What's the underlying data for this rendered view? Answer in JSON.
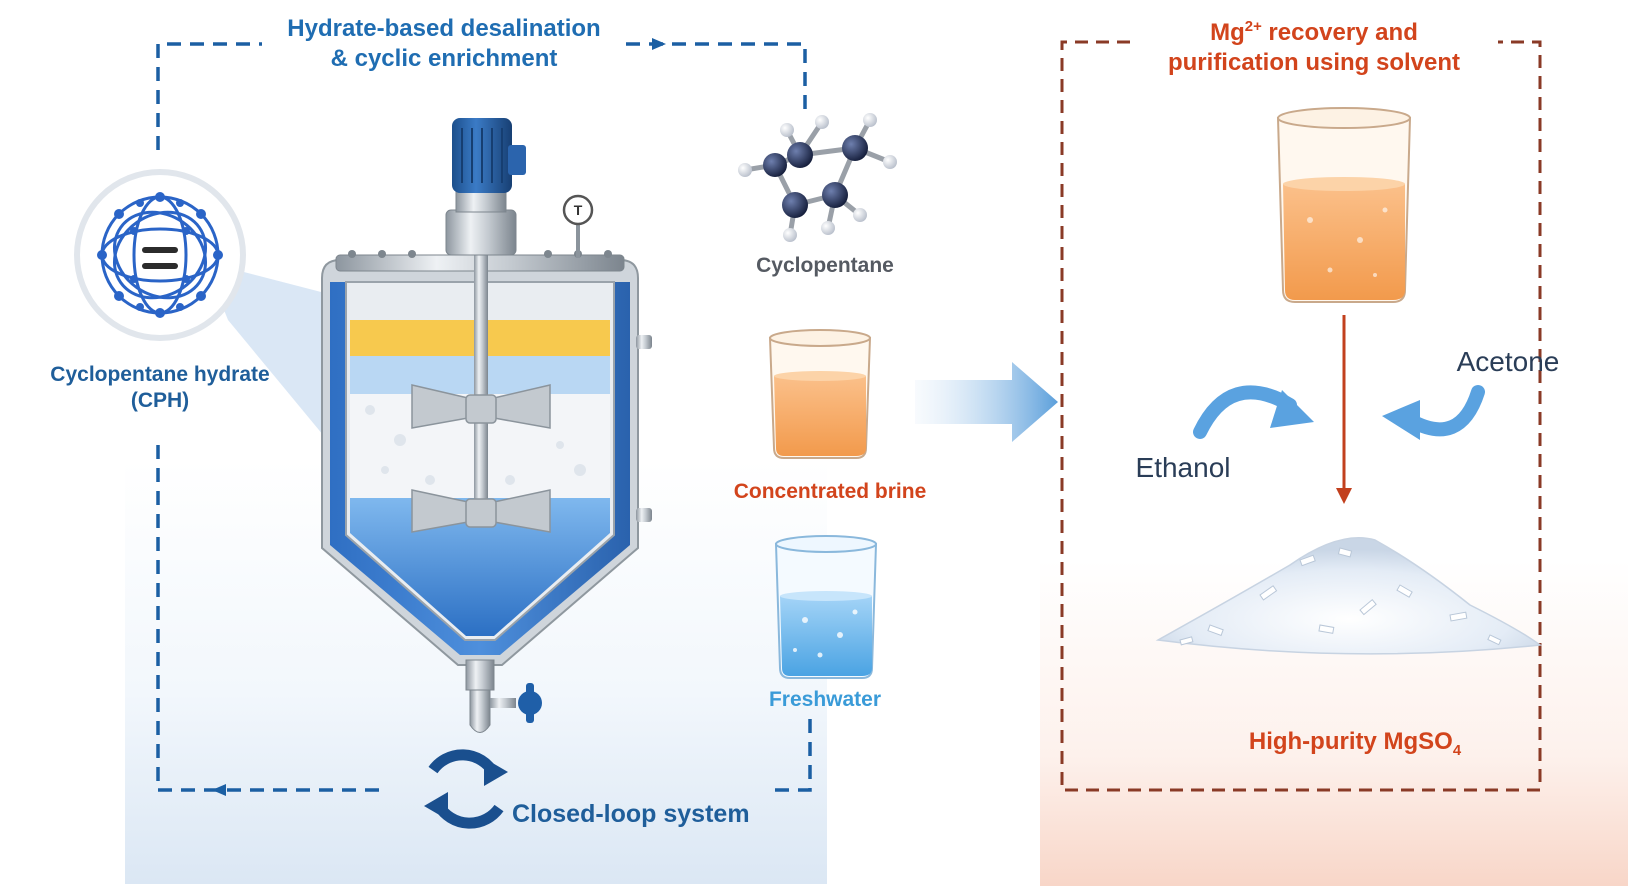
{
  "left_panel": {
    "title_line1": "Hydrate-based desalination",
    "title_line2": "& cyclic enrichment",
    "cph_label_line1": "Cyclopentane hydrate",
    "cph_label_line2": "(CPH)",
    "loop_label": "Closed-loop system",
    "thermometer_letter": "T"
  },
  "streams": {
    "cyclopentane": "Cyclopentane",
    "brine": "Concentrated brine",
    "freshwater": "Freshwater"
  },
  "right_panel": {
    "title_prefix": "Mg",
    "title_superscript": "2+",
    "title_line1_rest": " recovery and",
    "title_line2": "purification using solvent",
    "solvent_left": "Ethanol",
    "solvent_right": "Acetone",
    "product_prefix": "High-purity MgSO",
    "product_subscript": "4"
  },
  "colors": {
    "blue_accent": "#1f6db2",
    "red_accent": "#d2441c",
    "dashed_loop": "#1b5fa3",
    "dashed_box": "#8a3a26",
    "brine_orange": "#f5a95f",
    "water_blue": "#4aa3e3",
    "hydrate_yellow": "#f7c94e"
  }
}
